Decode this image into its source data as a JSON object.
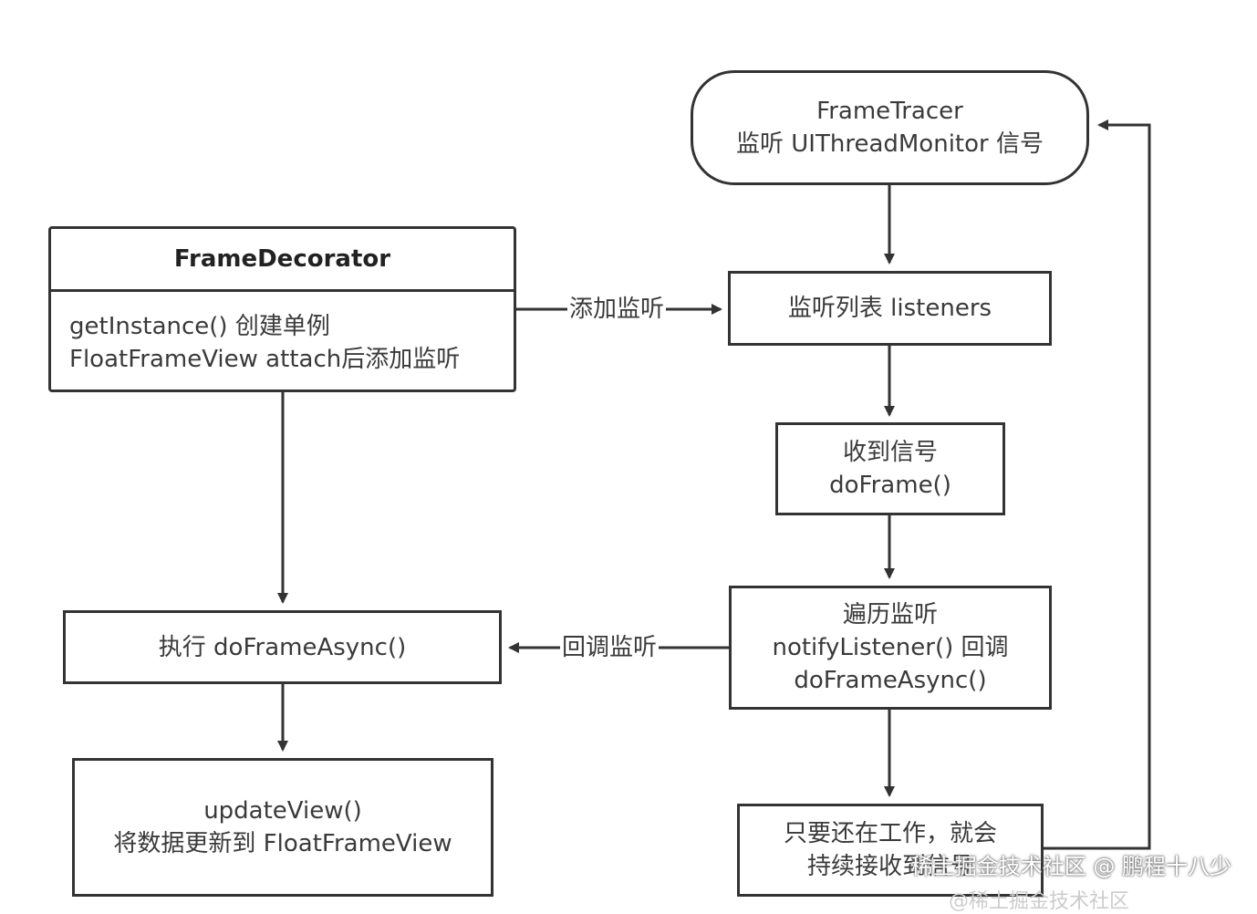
{
  "nodes": {
    "frame_tracer": {
      "line1": "FrameTracer",
      "line2": "监听 UIThreadMonitor 信号"
    },
    "listeners": {
      "line1": "监听列表 listeners"
    },
    "receive_signal": {
      "line1": "收到信号",
      "line2": "doFrame()"
    },
    "traverse": {
      "line1": "遍历监听",
      "line2": "notifyListener() 回调",
      "line3": "doFrameAsync()"
    },
    "keep_working": {
      "line1": "只要还在工作，就会",
      "line2": "持续接收到信号"
    },
    "frame_decorator": {
      "title": "FrameDecorator",
      "line1": "getInstance() 创建单例",
      "line2": "FloatFrameView attach后添加监听"
    },
    "do_frame_async": {
      "line1": "执行 doFrameAsync()"
    },
    "update_view": {
      "line1": "updateView()",
      "line2": "将数据更新到 FloatFrameView"
    }
  },
  "edges": {
    "add_listener": "添加监听",
    "callback_listener": "回调监听"
  },
  "watermark": "稀土掘金技术社区 @ 鹏程十八少",
  "watermark2": "@稀土掘金技术社区"
}
